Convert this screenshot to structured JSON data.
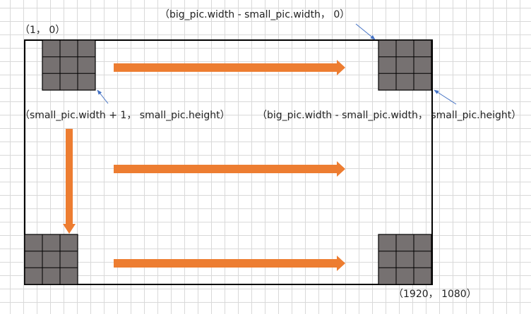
{
  "labels": {
    "top_left_origin": "（1，  0）",
    "top_right_start": "（big_pic.width - small_pic.width，  0）",
    "left_second_row": "（small_pic.width + 1，  small_pic.height）",
    "right_second_row": "（big_pic.width - small_pic.width，  small_pic.height）",
    "bottom_right_end": "（1920，  1080）"
  },
  "colors": {
    "background": "#ffffff",
    "grid": "#d9d9d9",
    "frame": "#000000",
    "tile_fill": "#767171",
    "tile_line": "#000000",
    "arrow": "#ed7d31",
    "pointer": "#4472c4",
    "text": "#222222"
  },
  "tile_grid": {
    "rows": 3,
    "cols": 3
  }
}
